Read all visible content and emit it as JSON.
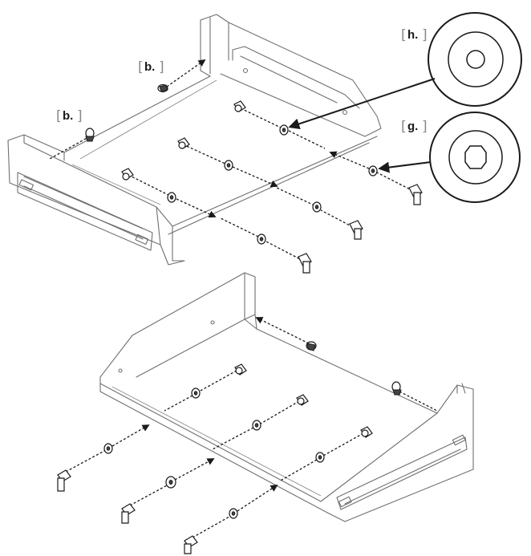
{
  "labels": {
    "b_left": "b.",
    "b_top": "b.",
    "h": "h.",
    "g": "g."
  },
  "colors": {
    "line": "#6f6f6f",
    "ink": "#1a1a1a",
    "bracket": "#888888"
  },
  "icons": [
    "screw-icon",
    "wing-bolt-icon",
    "washer-icon",
    "arrow-icon",
    "washer-round-hole-icon",
    "washer-d-hole-icon"
  ]
}
